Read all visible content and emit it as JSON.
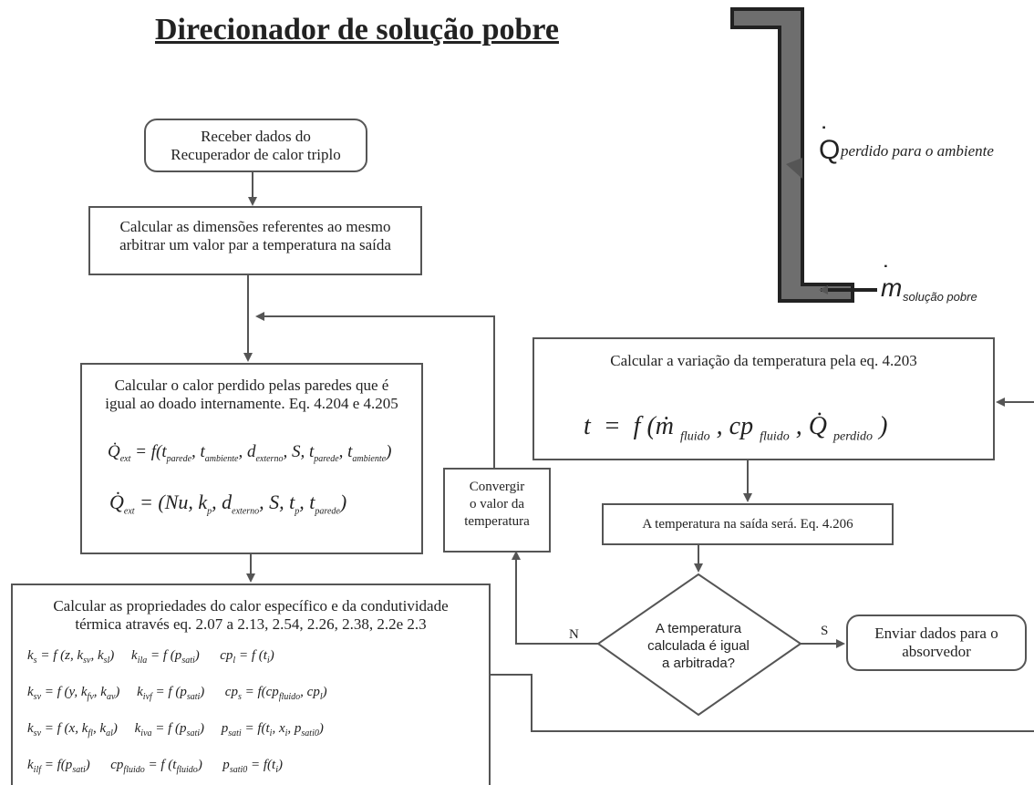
{
  "title": "Direcionador de solução pobre",
  "nodes": {
    "receive": {
      "line1": "Receber dados do",
      "line2": "Recuperador de calor triplo"
    },
    "dimensions": {
      "line1": "Calcular as dimensões referentes ao mesmo",
      "line2": "arbitrar um valor par a temperatura na saída"
    },
    "heat_loss": {
      "line1": "Calcular o calor perdido pelas paredes que é",
      "line2": "igual ao doado internamente. Eq. 4.204 e 4.205",
      "eq1": "Q̇ext = f(tparede, tambiente, dexterno, S, tparede, tambiente)",
      "eq2": "Q̇ext = (Nu, kp, dexterno, S, tp, tparede)"
    },
    "properties": {
      "line1": "Calcular as propriedades do calor específico e da condutividade",
      "line2": "térmica através eq. 2.07 a 2.13, 2.54, 2.26, 2.38, 2.2e 2.3"
    },
    "temp_variation": {
      "line1": "Calcular a variação da temperatura pela eq. 4.203"
    },
    "outlet": {
      "line1": "A temperatura na saída será. Eq. 4.206"
    },
    "converge": {
      "line1": "Convergir",
      "line2": "o valor da",
      "line3": "temperatura"
    },
    "decision": {
      "line1": "A temperatura",
      "line2": "calculada é igual",
      "line3": "a arbitrada?"
    },
    "send": {
      "line1": "Enviar dados para o",
      "line2": "absorvedor"
    }
  },
  "edge_labels": {
    "no": "N",
    "yes": "S"
  },
  "schematic": {
    "q_symbol": "Q",
    "q_label": "perdido para o ambiente",
    "m_symbol": "m",
    "m_label": "solução pobre"
  },
  "colors": {
    "pipe_fill": "#6e6e6e",
    "line": "#555555",
    "text": "#222222"
  }
}
